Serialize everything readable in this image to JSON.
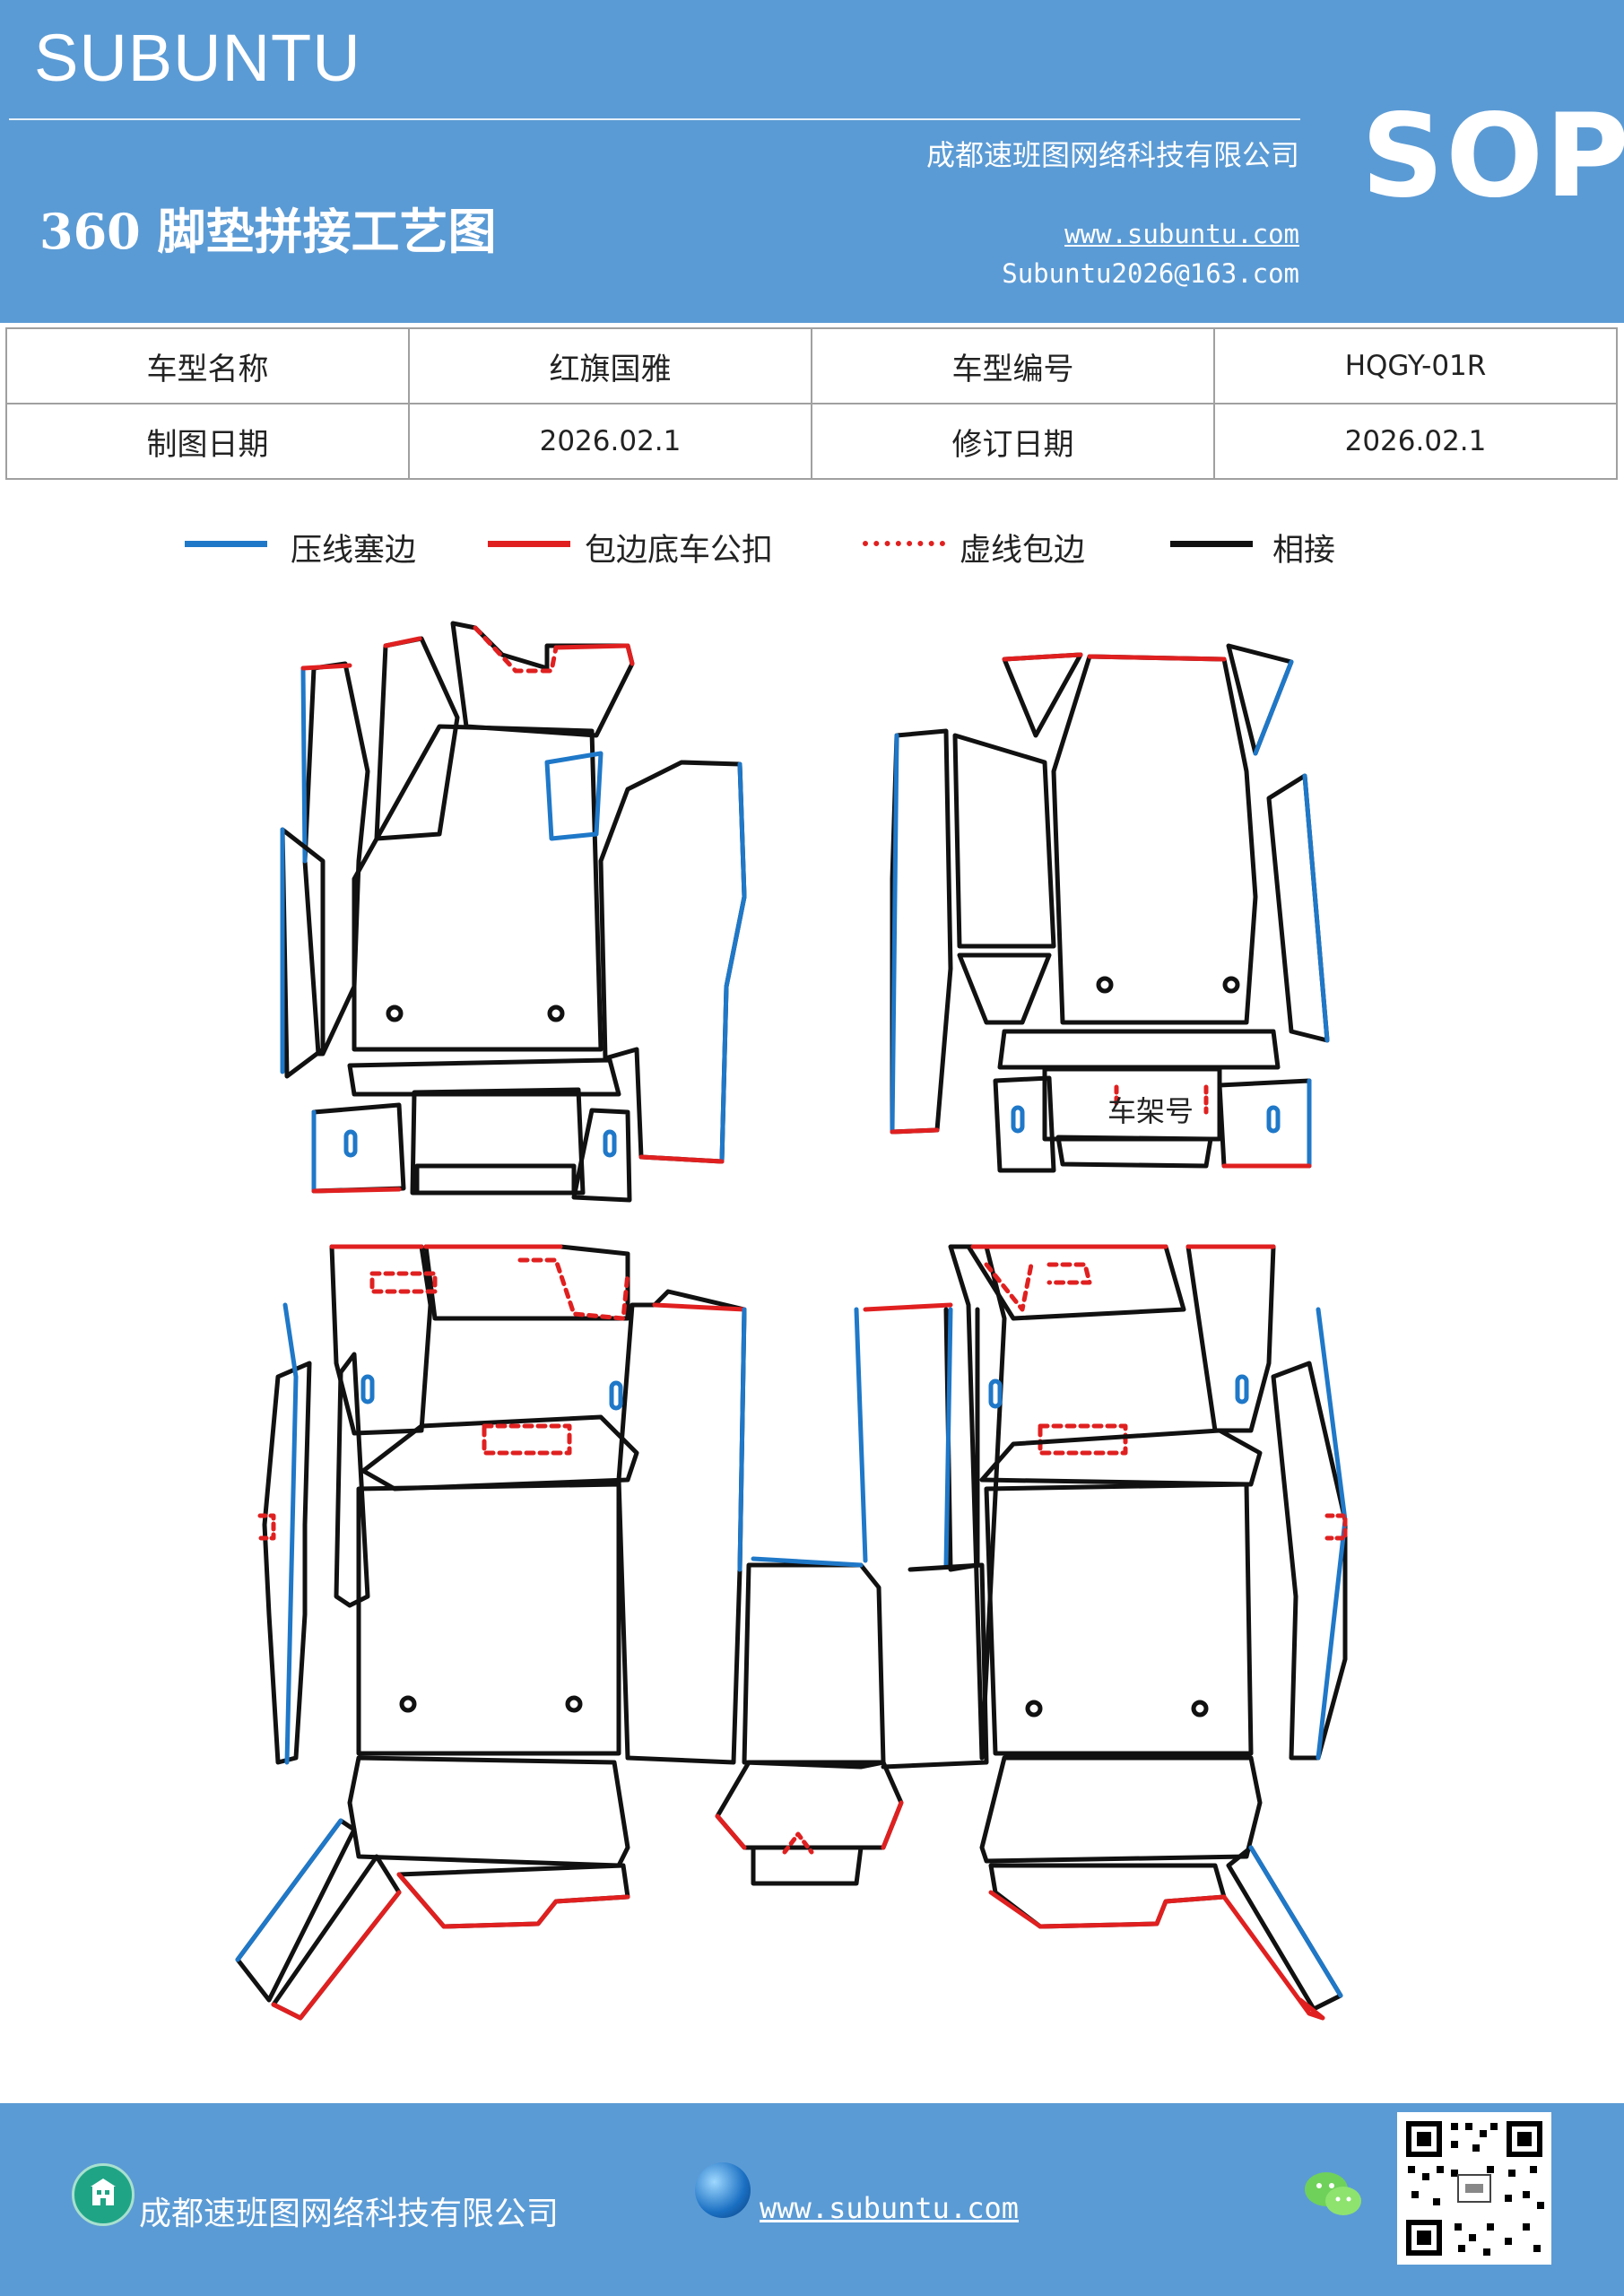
{
  "header": {
    "brand": "SUBUNTU",
    "title": "360 脚垫拼接工艺图",
    "company": "成都速班图网络科技有限公司",
    "website": "www.subuntu.com",
    "email": "Subuntu2026@163.com",
    "badge": "SOP"
  },
  "info_table": {
    "rows": [
      {
        "label1": "车型名称",
        "value1": "红旗国雅",
        "label2": "车型编号",
        "value2": "HQGY-01R"
      },
      {
        "label1": "制图日期",
        "value1": "2026.02.1",
        "label2": "修订日期",
        "value2": "2026.02.1"
      }
    ]
  },
  "legend": [
    {
      "label": "压线塞边",
      "color": "#1f78c8",
      "style": "solid"
    },
    {
      "label": "包边底车公扣",
      "color": "#e02020",
      "style": "solid"
    },
    {
      "label": "虚线包边",
      "color": "#e02020",
      "style": "dotted"
    },
    {
      "label": "相接",
      "color": "#111111",
      "style": "solid"
    }
  ],
  "drawing": {
    "annotation": "车架号",
    "colors": {
      "press_line": "#1f78c8",
      "edge_band": "#e02020",
      "joint": "#111111"
    }
  },
  "footer": {
    "company": "成都速班图网络科技有限公司",
    "website": "www.subuntu.com",
    "company_icon": "building-icon",
    "web_icon": "globe-icon",
    "wechat_icon": "wechat-icon",
    "qr": "qr-code"
  }
}
